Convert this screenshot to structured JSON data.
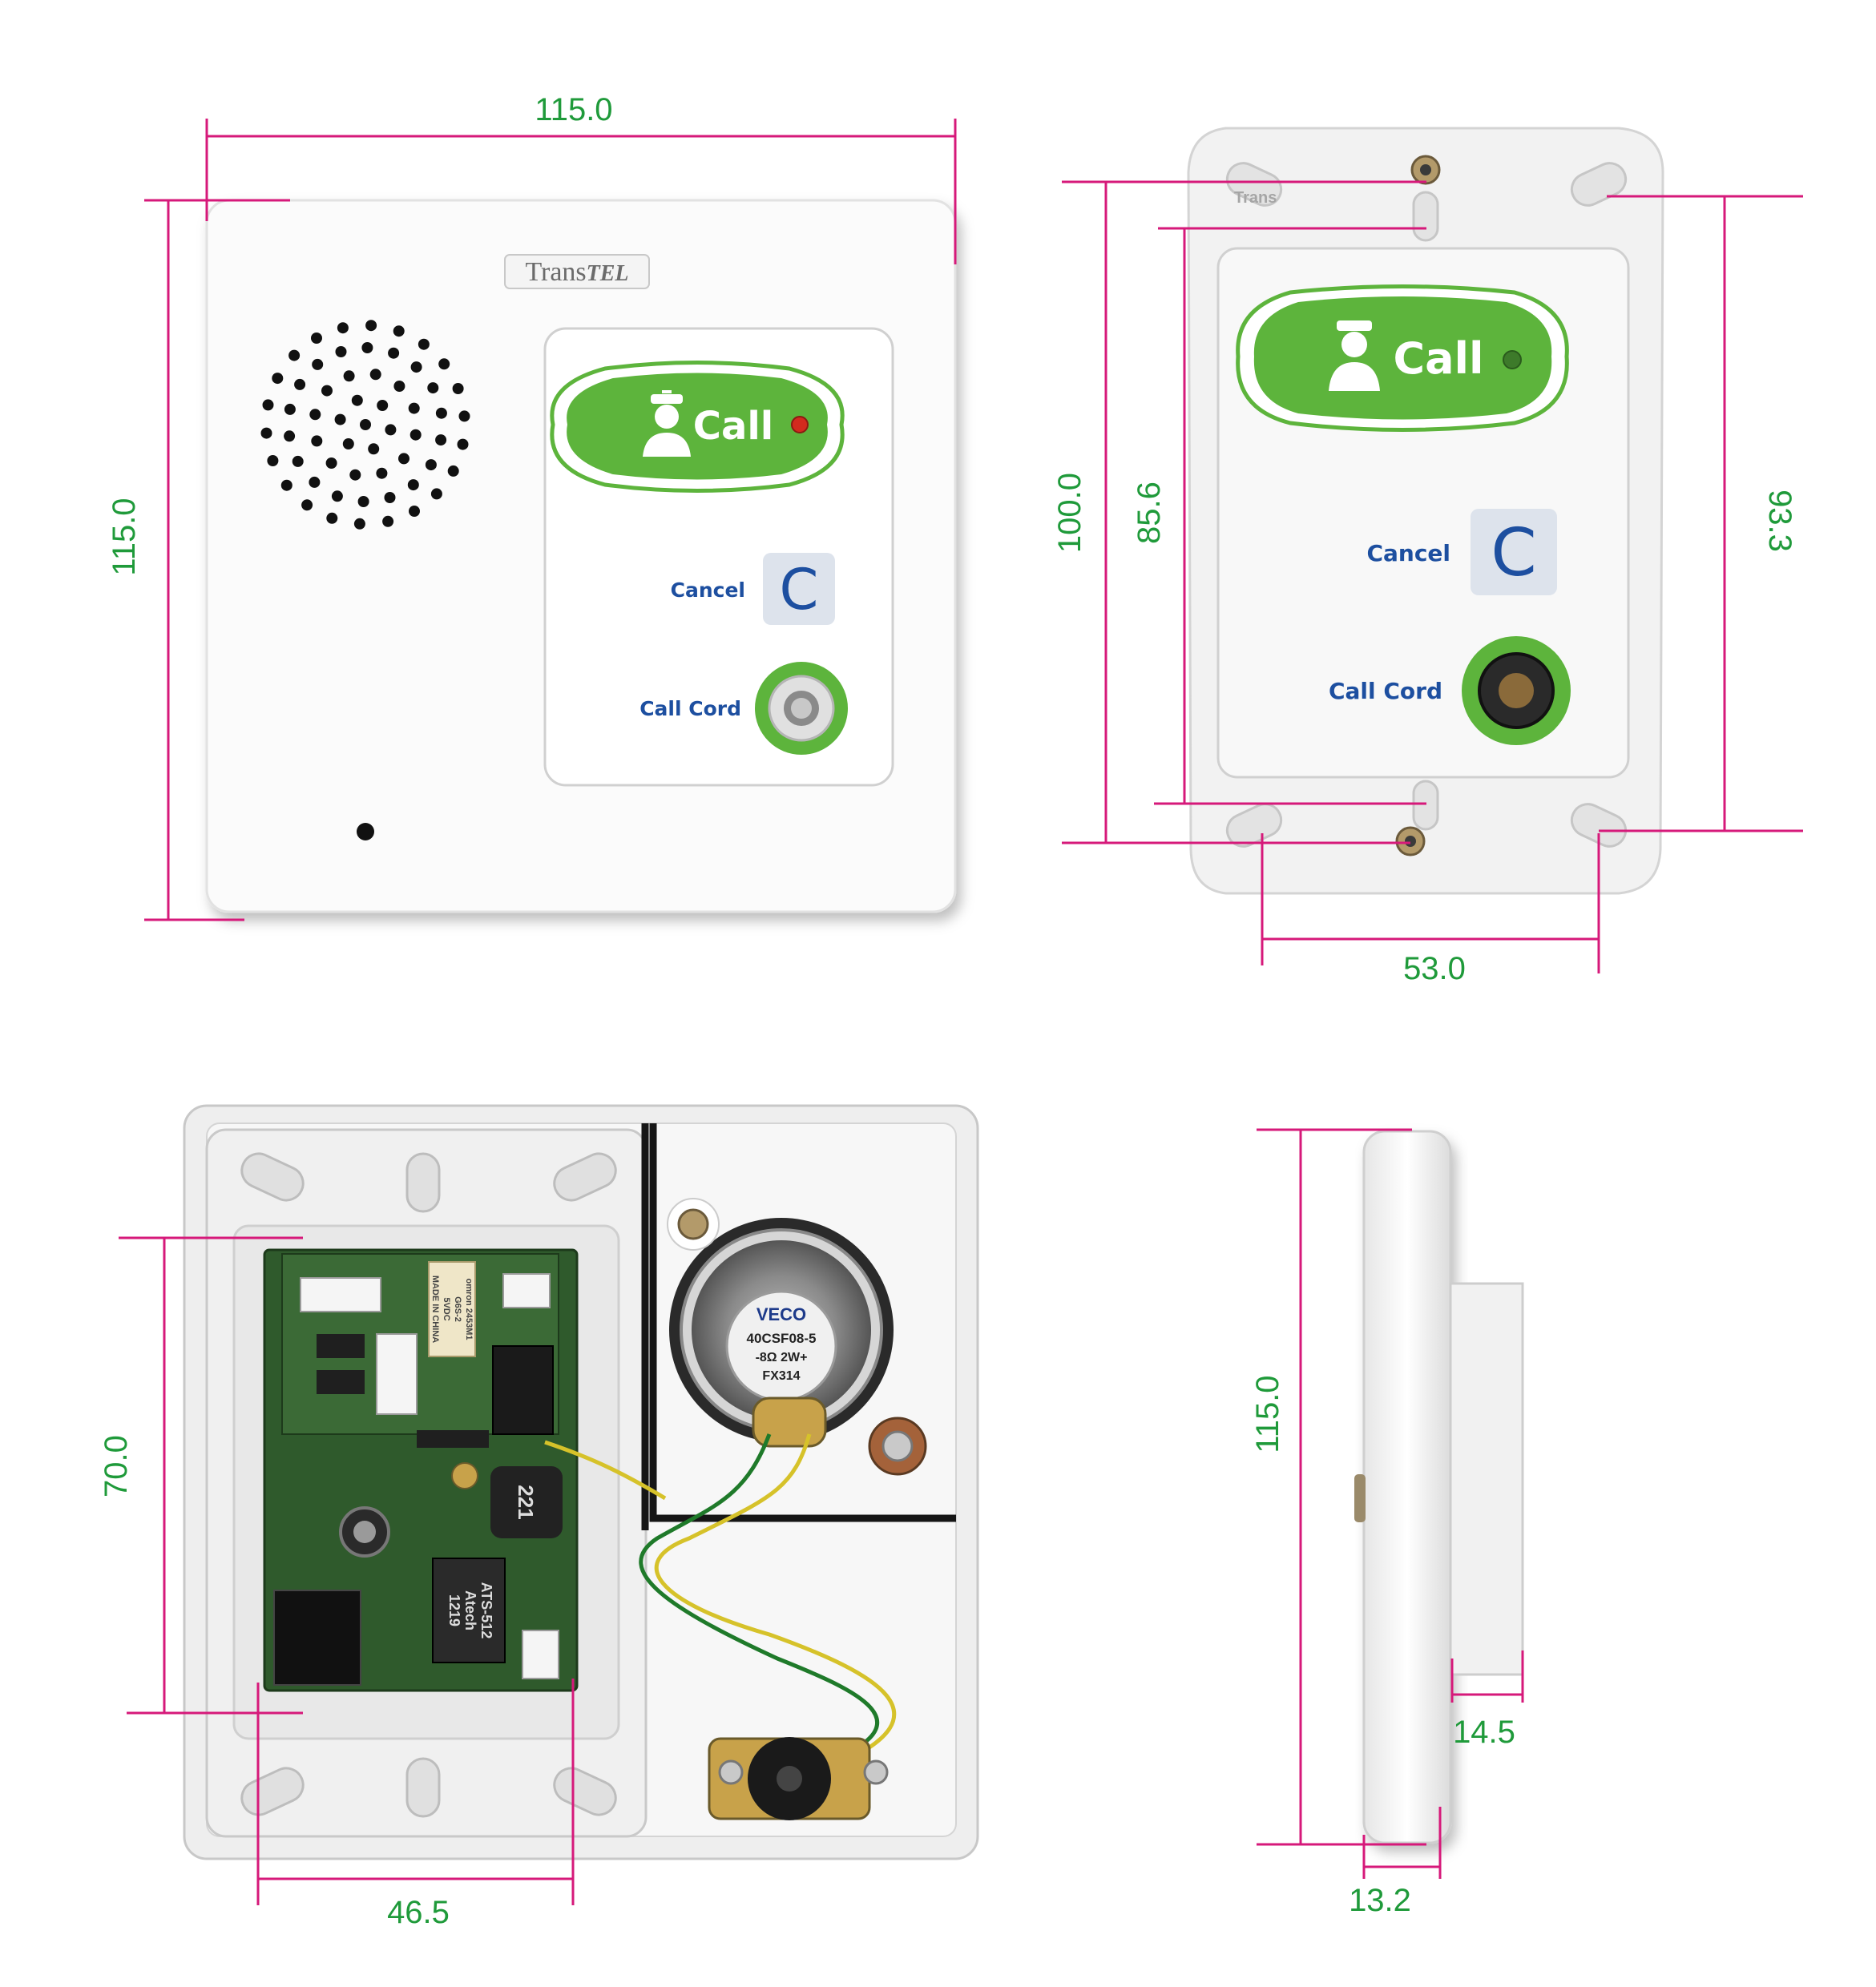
{
  "colors": {
    "dimension_line": "#d6197a",
    "dimension_text": "#1f9a3a",
    "call_green": "#5db43c",
    "label_blue": "#1d4fa0",
    "cancel_key": "#dde3ec",
    "device_white": "#fbfbfb",
    "pcb_green": "#2f5a2c"
  },
  "dimensions": {
    "front_width": "115.0",
    "front_height": "115.0",
    "back_plate_height": "100.0",
    "back_panel_height": "85.6",
    "back_mount_height": "93.3",
    "back_mount_width": "53.0",
    "inner_height": "70.0",
    "inner_width": "46.5",
    "side_height": "115.0",
    "side_depth_box": "14.5",
    "side_depth_plate": "13.2"
  },
  "front_view": {
    "brand_main": "Trans",
    "brand_accent": "TEL",
    "call_label": "Call",
    "cancel_label": "Cancel",
    "cancel_key": "C",
    "cord_label": "Call Cord"
  },
  "back_view": {
    "call_label": "Call",
    "cancel_label": "Cancel",
    "cancel_key": "C",
    "cord_label": "Call Cord",
    "screw_text": "Trans"
  },
  "internal_view": {
    "speaker_brand": "VECO",
    "speaker_model": "40CSF08-5",
    "speaker_spec": "-8Ω 2W+",
    "speaker_code": "FX314",
    "relay_line1": "omron 2453M1",
    "relay_line2": "G6S-2",
    "relay_line3": "5VDC",
    "relay_line4": "MADE IN CHINA",
    "inductor_code": "221",
    "module_line1": "ATS-512",
    "module_line2": "Atech",
    "module_line3": "1219"
  }
}
